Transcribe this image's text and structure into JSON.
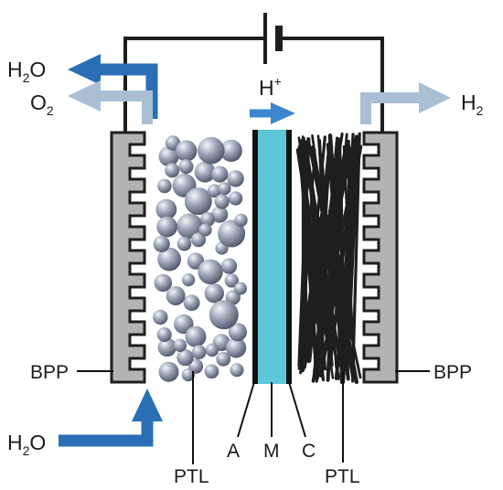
{
  "labels": {
    "h2o_out": "H",
    "h2o_out_sub": "2",
    "h2o_out_tail": "O",
    "o2": "O",
    "o2_sub": "2",
    "proton": "H",
    "proton_sup": "+",
    "h2": "H",
    "h2_sub": "2",
    "bpp_left": "BPP",
    "bpp_right": "BPP",
    "h2o_in": "H",
    "h2o_in_sub": "2",
    "h2o_in_tail": "O",
    "ptl_left": "PTL",
    "anode": "A",
    "membrane": "M",
    "cathode": "C",
    "ptl_right": "PTL"
  },
  "colors": {
    "water_arrow": "#2a6fb5",
    "gas_arrow": "#a9bfd3",
    "proton_arrow": "#3d86cf",
    "membrane": "#5cc7d9",
    "bipolar_plate": "#b3b3b3",
    "sphere_fill": "#8e96a8",
    "fiber": "#1e1e1e",
    "wire": "#1e1e1e"
  },
  "icons": {
    "power_source": "battery-icon",
    "ptl_left": "porous-spheres-icon",
    "ptl_right": "carbon-fiber-mesh-icon"
  }
}
